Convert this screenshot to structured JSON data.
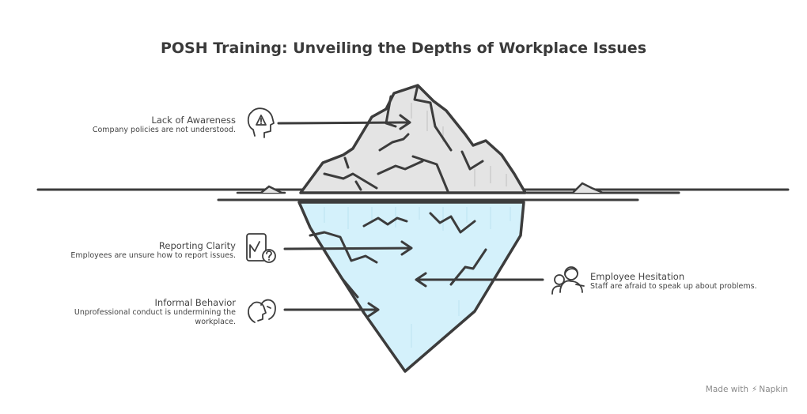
{
  "title": "POSH Training: Unveiling the Depths of Workplace Issues",
  "items": [
    {
      "label": "Lack of Awareness",
      "description": "Company policies are not understood.",
      "icon": "warning-head-icon"
    },
    {
      "label": "Reporting Clarity",
      "description": "Employees are unsure how to report issues.",
      "icon": "report-question-icon"
    },
    {
      "label": "Informal Behavior",
      "description": "Unprofessional conduct is undermining the workplace.",
      "icon": "two-faces-icon"
    },
    {
      "label": "Employee Hesitation",
      "description": "Staff are afraid to speak up about problems.",
      "icon": "hesitant-people-icon"
    }
  ],
  "footer": {
    "prefix": "Made with",
    "brand": "Napkin"
  },
  "colors": {
    "underwater": "#d4f1fb",
    "tip": "#e4e4e4",
    "stroke": "#3c3c3c"
  }
}
